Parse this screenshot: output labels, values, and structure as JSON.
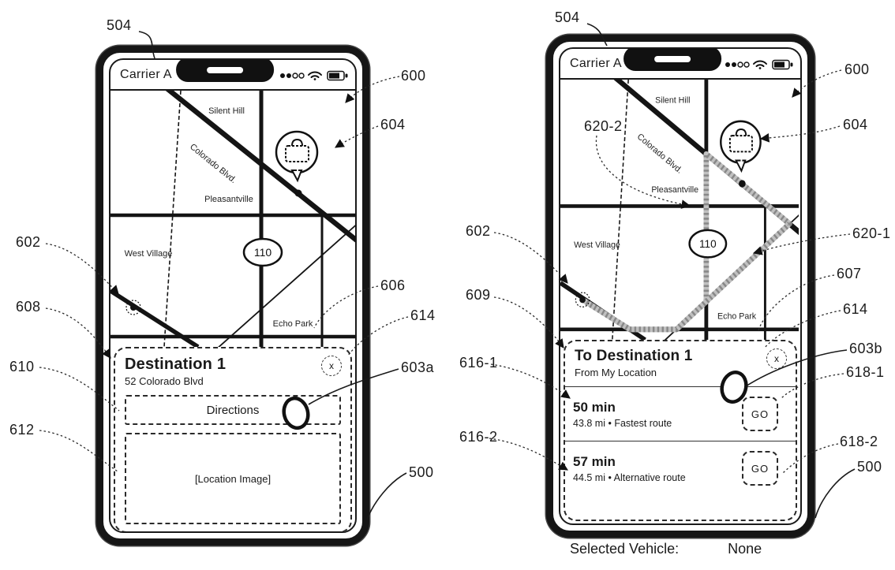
{
  "left_phone": {
    "status_bar": {
      "carrier": "Carrier A"
    },
    "map": {
      "silent_hill": "Silent Hill",
      "colorado_blvd": "Colorado Blvd.",
      "pleasantville": "Pleasantville",
      "west_village": "West Village",
      "highway_110": "110",
      "echo_park": "Echo Park"
    },
    "card": {
      "title": "Destination 1",
      "subtitle": "52 Colorado Blvd",
      "close_label": "x",
      "directions_label": "Directions",
      "location_image_label": "[Location Image]"
    }
  },
  "right_phone": {
    "status_bar": {
      "carrier": "Carrier A"
    },
    "map": {
      "silent_hill": "Silent Hill",
      "colorado_blvd": "Colorado Blvd.",
      "pleasantville": "Pleasantville",
      "west_village": "West Village",
      "highway_110": "110",
      "echo_park": "Echo Park"
    },
    "card": {
      "title": "To Destination 1",
      "subtitle": "From My Location",
      "close_label": "x",
      "routes": [
        {
          "duration": "50 min",
          "details": "43.8 mi • Fastest route",
          "go_label": "GO"
        },
        {
          "duration": "57 min",
          "details": "44.5 mi • Alternative route",
          "go_label": "GO"
        }
      ]
    },
    "footer": {
      "label": "Selected Vehicle:",
      "value": "None"
    }
  },
  "annotations": {
    "left": {
      "l504": "504",
      "l600": "600",
      "l604": "604",
      "l602": "602",
      "l608": "608",
      "l610": "610",
      "l612": "612",
      "l606": "606",
      "l614": "614",
      "l603a": "603a",
      "l500": "500"
    },
    "right": {
      "l504": "504",
      "l600": "600",
      "l604": "604",
      "l620_2": "620-2",
      "l602": "602",
      "l609": "609",
      "l616_1": "616-1",
      "l616_2": "616-2",
      "l620_1": "620-1",
      "l607": "607",
      "l614": "614",
      "l603b": "603b",
      "l618_1": "618-1",
      "l618_2": "618-2",
      "l500": "500"
    }
  },
  "colors": {
    "ink": "#1a1a1a",
    "route_highlight": "#c0c0c0"
  }
}
